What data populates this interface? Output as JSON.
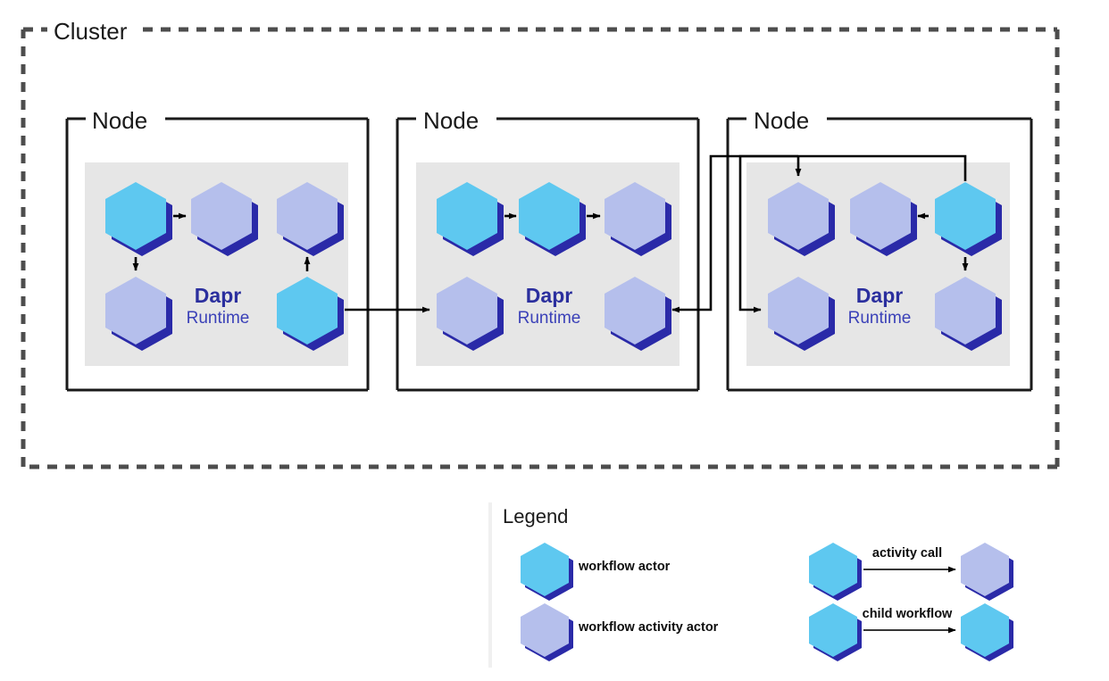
{
  "diagram": {
    "cluster": {
      "label": "Cluster",
      "border_style": "dashed",
      "border_color": "#4d4d4d"
    },
    "nodes": [
      {
        "label": "Node",
        "runtime_title": "Dapr",
        "runtime_subtitle": "Runtime",
        "hexagons": [
          {
            "id": "n1-h1",
            "type": "workflow actor",
            "color": "#5ec8f0"
          },
          {
            "id": "n1-h2",
            "type": "workflow activity actor",
            "color": "#b5bfec"
          },
          {
            "id": "n1-h3",
            "type": "workflow activity actor",
            "color": "#b5bfec"
          },
          {
            "id": "n1-h4",
            "type": "workflow activity actor",
            "color": "#b5bfec"
          },
          {
            "id": "n1-h5",
            "type": "workflow actor",
            "color": "#5ec8f0"
          }
        ]
      },
      {
        "label": "Node",
        "runtime_title": "Dapr",
        "runtime_subtitle": "Runtime",
        "hexagons": [
          {
            "id": "n2-h1",
            "type": "workflow actor",
            "color": "#5ec8f0"
          },
          {
            "id": "n2-h2",
            "type": "workflow actor",
            "color": "#5ec8f0"
          },
          {
            "id": "n2-h3",
            "type": "workflow activity actor",
            "color": "#b5bfec"
          },
          {
            "id": "n2-h4",
            "type": "workflow activity actor",
            "color": "#b5bfec"
          },
          {
            "id": "n2-h5",
            "type": "workflow activity actor",
            "color": "#b5bfec"
          }
        ]
      },
      {
        "label": "Node",
        "runtime_title": "Dapr",
        "runtime_subtitle": "Runtime",
        "hexagons": [
          {
            "id": "n3-h1",
            "type": "workflow activity actor",
            "color": "#b5bfec"
          },
          {
            "id": "n3-h2",
            "type": "workflow activity actor",
            "color": "#b5bfec"
          },
          {
            "id": "n3-h3",
            "type": "workflow actor",
            "color": "#5ec8f0"
          },
          {
            "id": "n3-h4",
            "type": "workflow activity actor",
            "color": "#b5bfec"
          },
          {
            "id": "n3-h5",
            "type": "workflow activity actor",
            "color": "#b5bfec"
          }
        ]
      }
    ]
  },
  "legend": {
    "title": "Legend",
    "swatches": [
      {
        "label": "workflow actor",
        "color": "#5ec8f0"
      },
      {
        "label": "workflow activity actor",
        "color": "#b5bfec"
      }
    ],
    "relations": [
      {
        "label": "activity call",
        "from_color": "#5ec8f0",
        "to_color": "#b5bfec"
      },
      {
        "label": "child workflow",
        "from_color": "#5ec8f0",
        "to_color": "#5ec8f0"
      }
    ]
  },
  "colors": {
    "workflow_actor": "#5ec8f0",
    "workflow_activity_actor": "#b5bfec",
    "hex_shadow": "#2a2aa8",
    "runtime_panel": "#e6e6e6",
    "node_border": "#1a1a1a",
    "cluster_border": "#4d4d4d",
    "arrow": "#000000",
    "legend_bg": "#ffffff"
  }
}
